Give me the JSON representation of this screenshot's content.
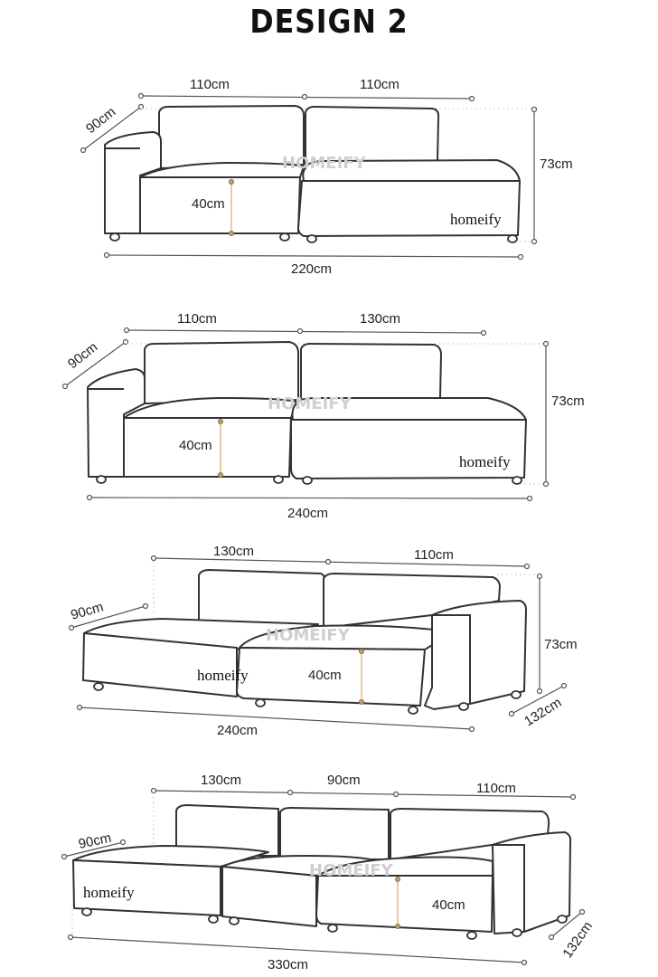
{
  "title": "DESIGN 2",
  "brand": "homeify",
  "watermark": "HOMEIFY",
  "colors": {
    "outline": "#333333",
    "seat_height_marker": "#e0b890",
    "text": "#222222"
  },
  "diagrams": [
    {
      "module_widths": [
        "110cm",
        "110cm"
      ],
      "depth": "90cm",
      "height": "73cm",
      "seat_height": "40cm",
      "total_width": "220cm"
    },
    {
      "module_widths": [
        "110cm",
        "130cm"
      ],
      "depth": "90cm",
      "height": "73cm",
      "seat_height": "40cm",
      "total_width": "240cm"
    },
    {
      "module_widths": [
        "130cm",
        "110cm"
      ],
      "depth": "90cm",
      "chaise_depth": "132cm",
      "height": "73cm",
      "seat_height": "40cm",
      "total_width": "240cm"
    },
    {
      "module_widths": [
        "130cm",
        "90cm",
        "110cm"
      ],
      "depth": "90cm",
      "chaise_depth": "132cm",
      "seat_height": "40cm",
      "total_width": "330cm"
    }
  ]
}
